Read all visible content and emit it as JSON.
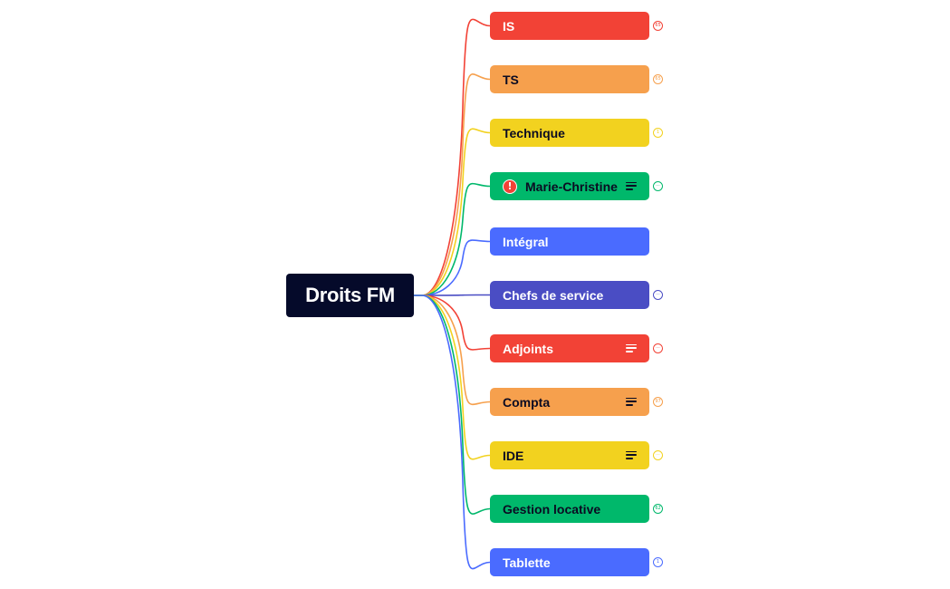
{
  "root": {
    "label": "Droits FM",
    "color": "#050a2a"
  },
  "branches": [
    {
      "label": "IS",
      "color": "#f24236",
      "text_color": "#ffffff",
      "has_notes": false,
      "has_alert": false,
      "badge": "65"
    },
    {
      "label": "TS",
      "color": "#f6a04d",
      "text_color": "#0b0b22",
      "has_notes": false,
      "has_alert": false,
      "badge": "65"
    },
    {
      "label": "Technique",
      "color": "#f2d21f",
      "text_color": "#0b0b22",
      "has_notes": false,
      "has_alert": false,
      "badge": "1"
    },
    {
      "label": "Marie-Christine",
      "color": "#00b86b",
      "text_color": "#0b0b22",
      "has_notes": true,
      "has_alert": true,
      "alert_symbol": "!",
      "badge": "···"
    },
    {
      "label": "Intégral",
      "color": "#4a6bff",
      "text_color": "#ffffff",
      "has_notes": false,
      "has_alert": false,
      "badge": ""
    },
    {
      "label": "Chefs de service",
      "color": "#4a4dc4",
      "text_color": "#ffffff",
      "has_notes": false,
      "has_alert": false,
      "badge": "···"
    },
    {
      "label": "Adjoints",
      "color": "#f24236",
      "text_color": "#ffffff",
      "has_notes": true,
      "has_alert": false,
      "badge": "···"
    },
    {
      "label": "Compta",
      "color": "#f6a04d",
      "text_color": "#0b0b22",
      "has_notes": true,
      "has_alert": false,
      "badge": "97"
    },
    {
      "label": "IDE",
      "color": "#f2d21f",
      "text_color": "#0b0b22",
      "has_notes": true,
      "has_alert": false,
      "badge": "···"
    },
    {
      "label": "Gestion locative",
      "color": "#00b86b",
      "text_color": "#0b0b22",
      "has_notes": false,
      "has_alert": false,
      "badge": "62"
    },
    {
      "label": "Tablette",
      "color": "#4a6bff",
      "text_color": "#ffffff",
      "has_notes": false,
      "has_alert": false,
      "badge": "1"
    }
  ]
}
